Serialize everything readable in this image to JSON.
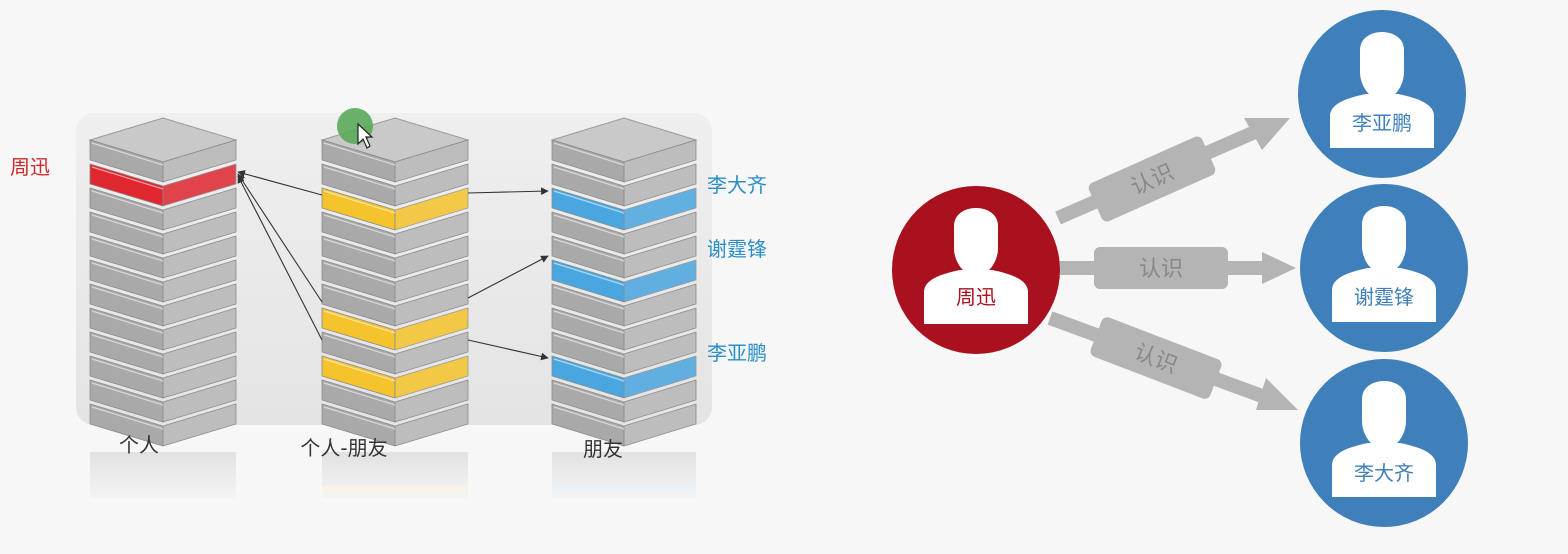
{
  "left_diagram": {
    "person_label": "周迅",
    "tables": [
      {
        "id": "person",
        "caption": "个人",
        "highlights": [
          {
            "row": 2,
            "color": "#e0262f"
          }
        ]
      },
      {
        "id": "relation",
        "caption": "个人-朋友",
        "highlights": [
          {
            "row": 3,
            "color": "#f5c32c"
          },
          {
            "row": 8,
            "color": "#f5c32c"
          },
          {
            "row": 10,
            "color": "#f5c32c"
          }
        ]
      },
      {
        "id": "friend",
        "caption": "朋友",
        "highlights": [
          {
            "row": 3,
            "color": "#4aa6e0"
          },
          {
            "row": 6,
            "color": "#4aa6e0"
          },
          {
            "row": 10,
            "color": "#4aa6e0"
          }
        ]
      }
    ],
    "friend_labels": [
      "李大齐",
      "谢霆锋",
      "李亚鹏"
    ]
  },
  "right_diagram": {
    "center_person": {
      "name": "周迅",
      "color": "#a8111d"
    },
    "friends": [
      {
        "name": "李亚鹏",
        "color": "#3f7fba"
      },
      {
        "name": "谢霆锋",
        "color": "#3f7fba"
      },
      {
        "name": "李大齐",
        "color": "#3f7fba"
      }
    ],
    "relation_label": "认识",
    "arrow_color": "#b4b4b4"
  },
  "colors": {
    "label_red": "#cc2a2a",
    "label_blue": "#2a8fc7",
    "panel": "#ececec"
  }
}
